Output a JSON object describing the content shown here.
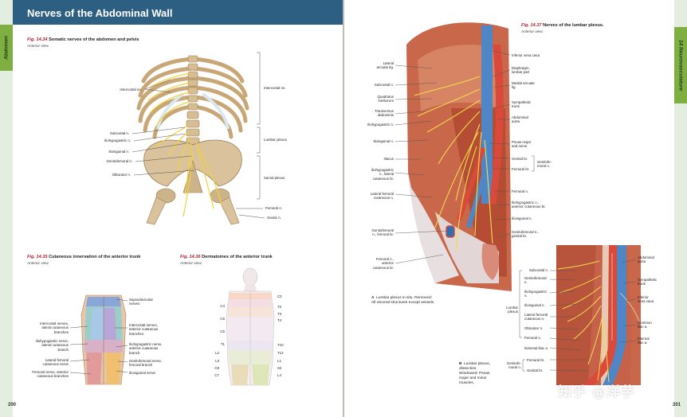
{
  "left_page": {
    "section_tab": "Abdomen",
    "title": "Nerves of the Abdominal Wall",
    "page_number": "200",
    "fig_1434": {
      "number": "Fig. 14.34",
      "caption": "Somatic nerves of the abdomen and pelvis",
      "view": "Anterior view.",
      "labels_left": [
        "Intercostal nn.",
        "Subcostal n.",
        "Iliohypogastric n.",
        "Ilioinguinal n.",
        "Genitofemoral n.",
        "Obturator n."
      ],
      "labels_right": [
        "Intercostal nn.",
        "Lumbar plexus",
        "Sacral plexus",
        "Femoral n.",
        "Sciatic n."
      ]
    },
    "fig_1435": {
      "number": "Fig. 14.35",
      "caption": "Cutaneous innervation of the anterior trunk",
      "view": "Anterior view.",
      "labels_left": [
        "Intercostal nerves,\nlateral cutaneous\nbranches",
        "Iliohypogastric nerve,\nlateral cutaneous\nbranch",
        "Lateral femoral\ncutaneous nerve",
        "Femoral nerve, anterior\ncutaneous branches"
      ],
      "labels_right": [
        "Supraclavicular\nnerves",
        "Intercostal nerves,\nanterior cutaneous\nbranches",
        "Iliohypogastric nerve,\nanterior cutaneous\nbranch",
        "Genitofemoral nerve,\nfemoral branch",
        "Ilioinguinal nerve"
      ]
    },
    "fig_1436": {
      "number": "Fig. 14.36",
      "caption": "Dermatomes of the anterior trunk",
      "view": "Anterior view.",
      "labels_left": [
        "C4",
        "C5",
        "C6",
        "T1",
        "L2",
        "L3",
        "C8",
        "C7"
      ],
      "labels_right": [
        "C3",
        "T2",
        "T3",
        "T4",
        "T10",
        "T12",
        "L1",
        "S2",
        "L4"
      ]
    }
  },
  "right_page": {
    "section_tab": "14 Neurovasculature",
    "page_number": "201",
    "fig_1437": {
      "number": "Fig. 14.37",
      "caption": "Nerves of the lumbar plexus.",
      "view": "Anterior view.",
      "labels_left": [
        "Lateral\narcuate lig.",
        "Subcostal n.",
        "Quadratus\nlumborum",
        "Transversus\nabdominis",
        "Iliohypogastric n.",
        "Ilioinguinal n.",
        "Iliacus",
        "Iliohypogastric\nn., lateral\ncutaneous br.",
        "Lateral femoral\ncutaneous n.",
        "Genitofemoral\nn., femoral br.",
        "Femoral n.,\nanterior\ncutaneous br."
      ],
      "labels_right": [
        "Inferior vena cava",
        "Diaphragm,\nlumbar part",
        "Medial arcuate\nlig.",
        "Sympathetic\ntrunk",
        "Abdominal\naorta",
        "Psoas major\nand minor",
        "Genital br.",
        "Femoral br.",
        "Femoral n.",
        "Iliohypogastric n.,\nanterior cutaneous br.",
        "Ilioinguinal n.",
        "Genitofemoral n.,\ngenital br."
      ],
      "bracket_label": "Genitofe-\nmoral n.",
      "caption_A": {
        "letter": "A",
        "text": "Lumbar plexus in situ. Removed:\nAll visceral structures except vessels."
      },
      "caption_B": {
        "letter": "B",
        "text": "Lumbar plexus,\ndissection.\nWindowed: Psoas\nmajor and minor\nmuscles."
      },
      "B_labels_left": [
        "Subcostal n.",
        "Genitofemoral\nn.",
        "Iliohypogastric\nn.",
        "Ilioinguinal n.",
        "Lateral femoral\ncutaneous n.",
        "Obturator n.",
        "Femoral n.",
        "External iliac a.",
        "Femoral br.",
        "Genital br."
      ],
      "B_group_labels": [
        "Lumbar\nplexus",
        "Genitofe-\nmoral n."
      ],
      "B_labels_right": [
        "Abdominal\naorta",
        "Sympathetic\ntrunk",
        "Inferior\nvena cava",
        "Common\niliac a.",
        "Internal\niliac a."
      ]
    },
    "watermark": "知乎 @洋芋"
  },
  "colors": {
    "header_blue": "#2c5f82",
    "tab_green": "#7fae43",
    "figure_red": "#b01e2a"
  }
}
